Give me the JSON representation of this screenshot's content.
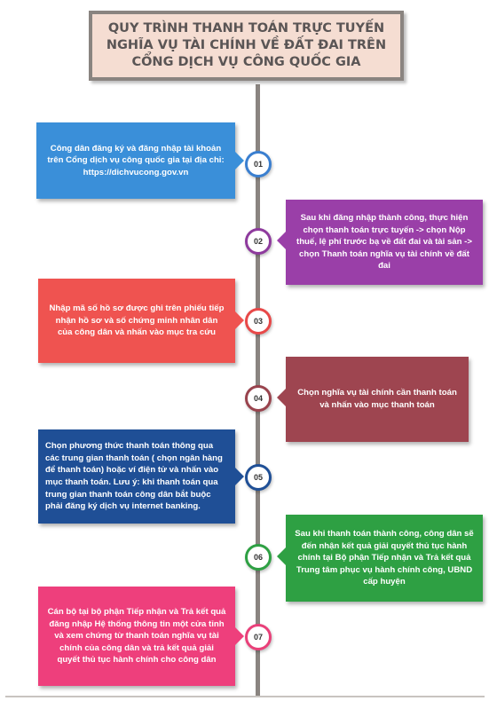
{
  "title": "QUY TRÌNH THANH TOÁN TRỰC TUYẾN NGHĨA VỤ TÀI CHÍNH VỀ ĐẤT ĐAI TRÊN CỔNG DỊCH VỤ CÔNG QUỐC GIA",
  "steps": [
    {
      "number": "01",
      "text": "Công dân đăng ký và đăng nhập tài khoản trên Cổng dịch vụ công quốc gia tại địa chỉ: https://dichvucong.gov.vn",
      "color": "#3a8fd9",
      "ring": "#3a7fd0"
    },
    {
      "number": "02",
      "text": "Sau khi đăng nhập thành công, thực hiện chọn thanh toán trực tuyến -> chọn Nộp thuế, lệ phí trước bạ về đất đai và tài sản -> chọn Thanh toán nghĩa vụ tài chính về đất đai",
      "color": "#9a3fa8",
      "ring": "#8e3a9d"
    },
    {
      "number": "03",
      "text": "Nhập mã số hồ sơ được ghi trên phiếu tiếp nhận hồ sơ và số chứng minh nhân dân của công dân và nhấn vào mục tra cứu",
      "color": "#ef5350",
      "ring": "#e84848"
    },
    {
      "number": "04",
      "text": "Chọn nghĩa vụ tài chính cần thanh toán và nhấn vào mục thanh toán",
      "color": "#9e4550",
      "ring": "#99434d"
    },
    {
      "number": "05",
      "text": "Chọn phương thức thanh toán thông qua các trung gian thanh toán ( chọn ngân hàng để thanh toán) hoặc ví điện tử và nhấn vào mục thanh toán. Lưu ý: khi thanh toán qua trung gian thanh toán công dân bắt buộc phải đăng ký dịch vụ internet banking.",
      "color": "#1f4f96",
      "ring": "#1f4f96"
    },
    {
      "number": "06",
      "text": "Sau khi thanh toán thành công, công dân sẽ đến nhận kết quả giải quyết thủ tục hành chính tại Bộ phận Tiếp nhận và Trả kết quả Trung tâm phục vụ hành chính công, UBND cấp huyện",
      "color": "#2ea043",
      "ring": "#2ea043"
    },
    {
      "number": "07",
      "text": "Cán bộ tại bộ phận Tiếp nhận và Trả kết quả đăng nhập Hệ thống thông tin một cửa tỉnh và xem chứng từ thanh toán nghĩa vụ tài chính của công dân và trả kết quả giải quyết thủ tục hành chính cho công dân",
      "color": "#ee3f7c",
      "ring": "#e94079"
    }
  ]
}
